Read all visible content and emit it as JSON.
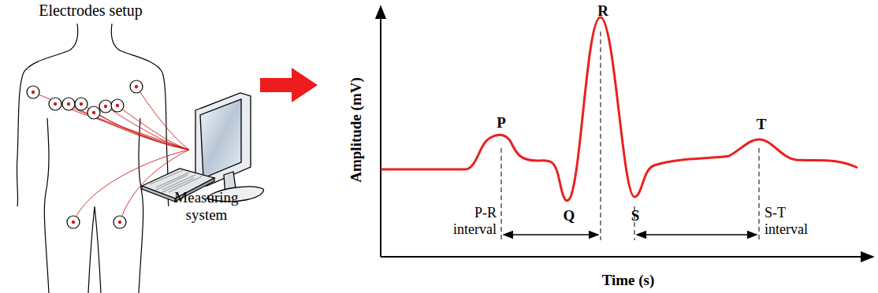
{
  "diagram": {
    "labels": [
      "Electrodes setup",
      "Measuring system",
      "Amplitude (mV)",
      "R",
      "P",
      "T",
      "Q",
      "S",
      "P-R interval",
      "S-T interval",
      "Time (s)"
    ]
  }
}
